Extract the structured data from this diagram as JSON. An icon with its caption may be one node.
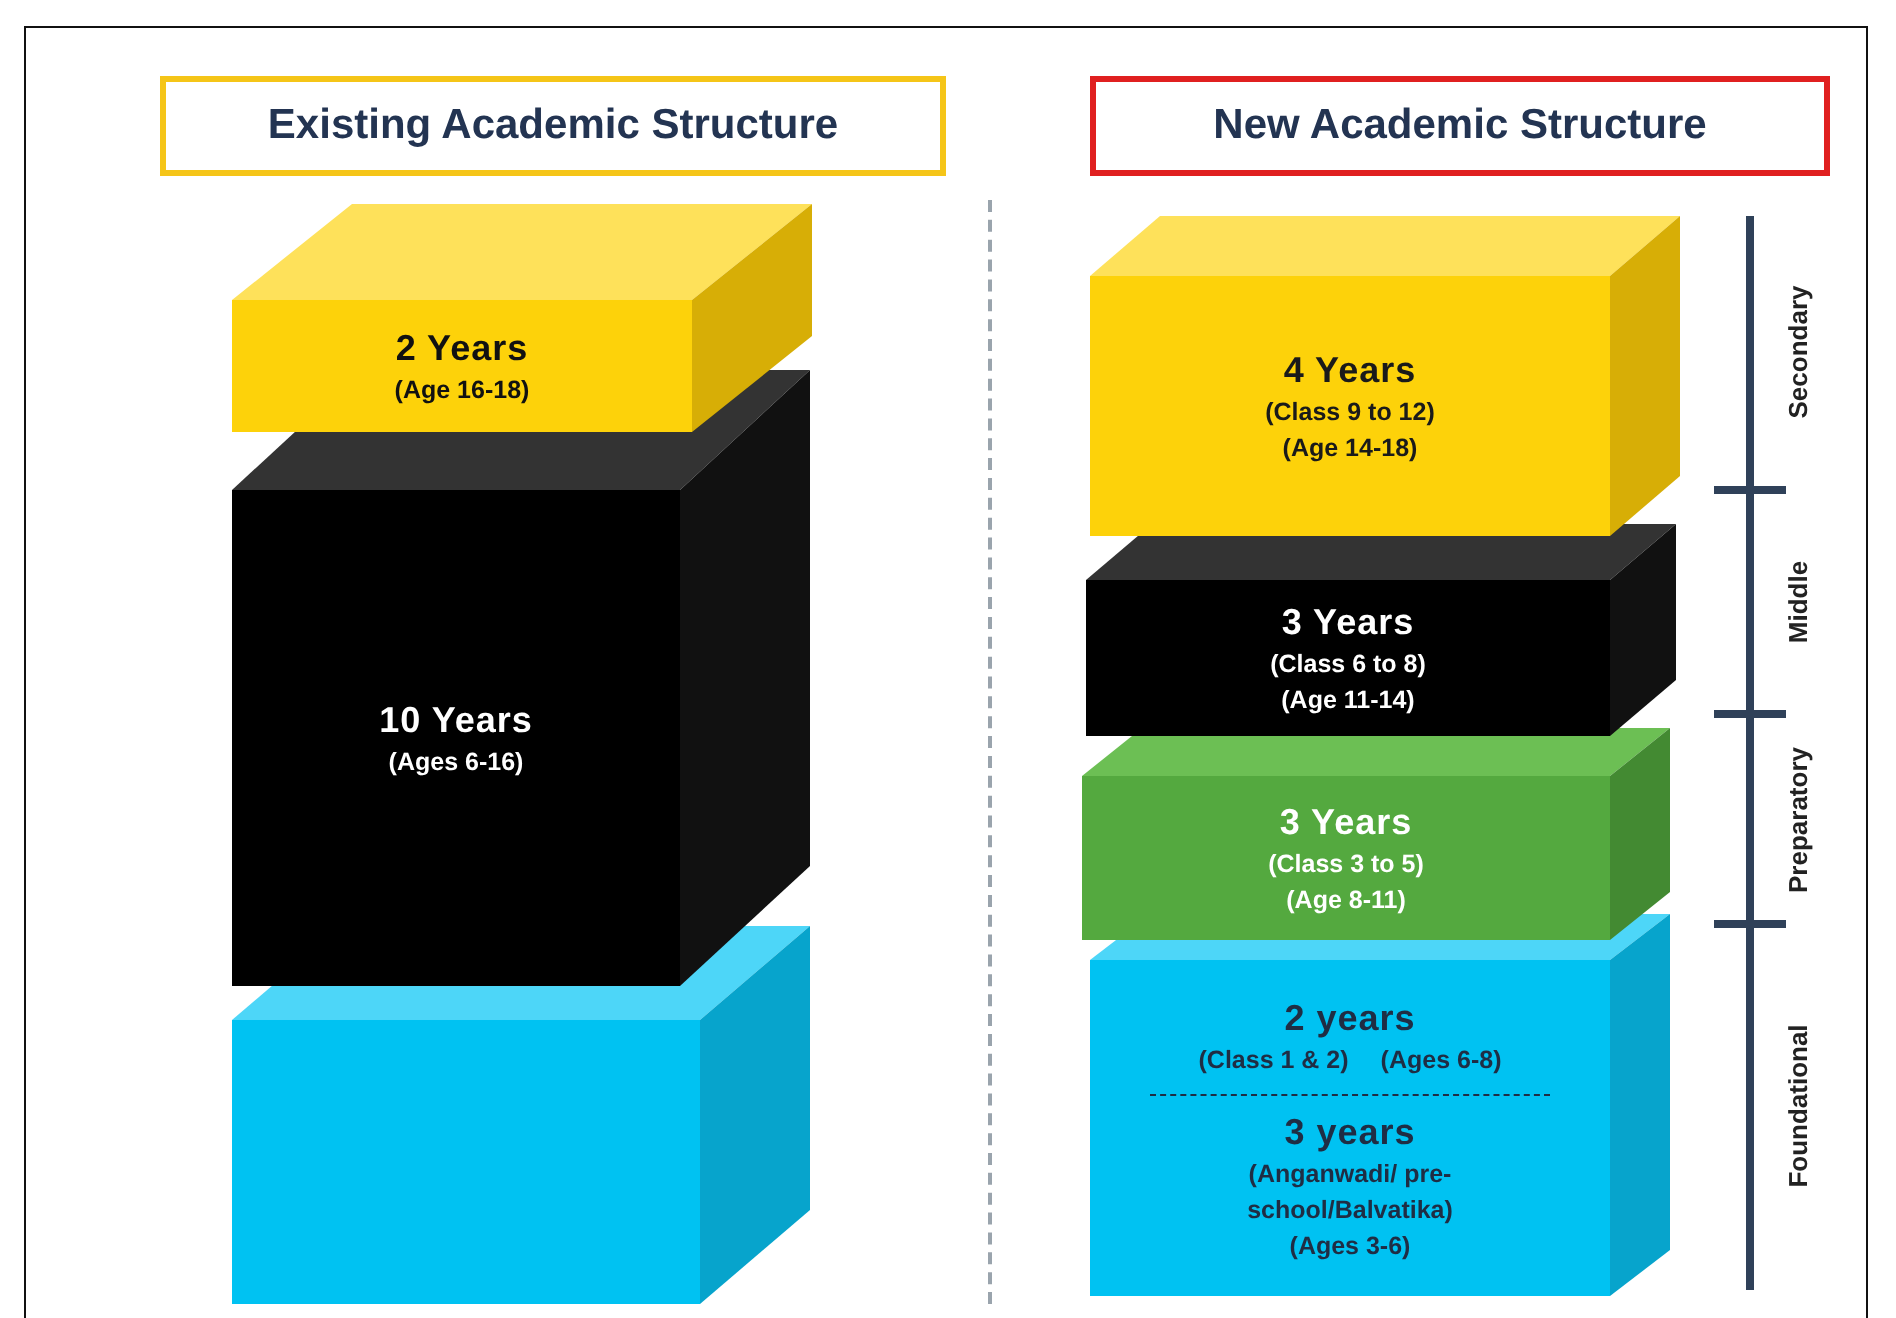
{
  "diagram": {
    "nodes": [
      {
        "text": [
          "Existing Academic Structure"
        ]
      },
      {
        "text": [
          "New Academic Structure"
        ]
      },
      {
        "text": [
          "2 Years",
          "(Age 16-18)"
        ]
      },
      {
        "text": [
          "10 Years",
          "(Ages 6-16)"
        ]
      },
      {
        "text": [],
        "shape": "box"
      },
      {
        "text": [
          "4 Years",
          "(Class 9 to 12)",
          "(Age 14-18)"
        ]
      },
      {
        "text": [
          "3 Years",
          "(Class 6 to 8)",
          "(Age 11-14)"
        ]
      },
      {
        "text": [
          "3 Years",
          "(Class 3 to 5)",
          "(Age 8-11)"
        ]
      },
      {
        "text": [
          "2 years",
          "(Class 1 & 2)",
          "(Ages 6-8)",
          "3 years",
          "(Anganwadi/ pre-school/Balvatika)",
          "(Ages 3-6)"
        ]
      }
    ],
    "labels": [
      "Secondary",
      "Middle",
      "Preparatory",
      "Foundational"
    ]
  }
}
